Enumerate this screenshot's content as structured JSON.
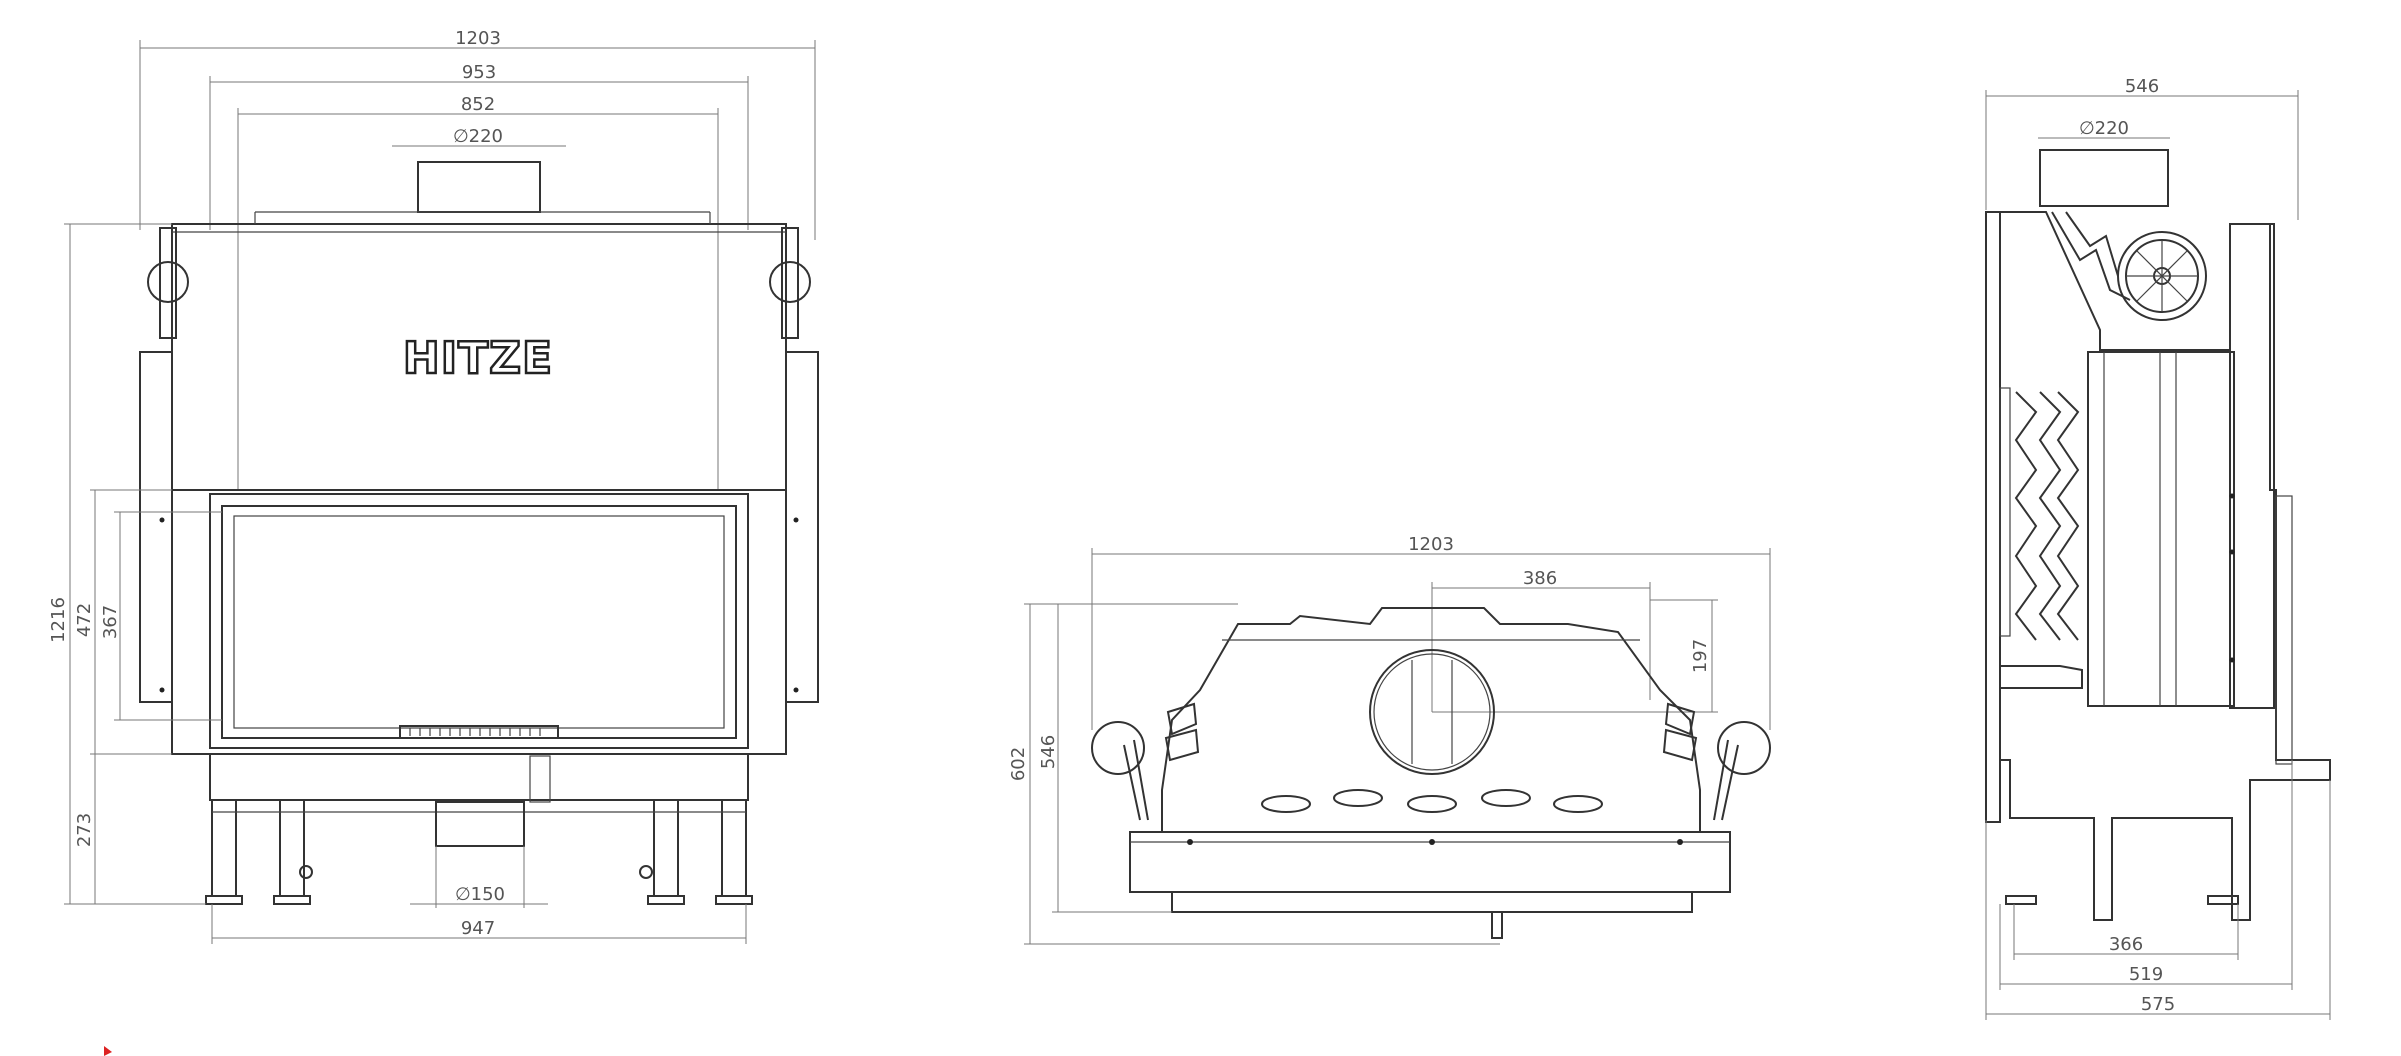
{
  "brand_logo": "HITZE",
  "colors": {
    "line": "#333333",
    "dimension": "#777777",
    "background": "#ffffff"
  },
  "front_view": {
    "overall_width": "1203",
    "body_width": "953",
    "inner_width": "852",
    "flue_diameter": "∅220",
    "overall_height": "1216",
    "door_height": "472",
    "glass_height": "367",
    "leg_height": "273",
    "air_inlet_diameter": "∅150",
    "base_width": "947"
  },
  "top_view": {
    "overall_width": "1203",
    "flue_spacing": "386",
    "flue_offset": "197",
    "overall_depth": "602",
    "body_depth": "546"
  },
  "side_view": {
    "overall_depth": "546",
    "flue_diameter": "∅220",
    "leg_depth": "366",
    "base_depth": "519",
    "total_depth": "575"
  }
}
